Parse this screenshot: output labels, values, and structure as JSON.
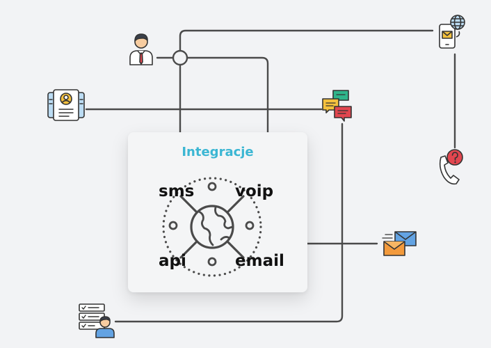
{
  "card": {
    "title": "Integracje",
    "labels": {
      "sms": "sms",
      "voip": "voip",
      "api": "api",
      "email": "email"
    }
  },
  "icons": [
    "businessman-icon",
    "id-card-icon",
    "speech-bubbles-icon",
    "web-message-phone-icon",
    "phone-question-icon",
    "email-envelopes-icon",
    "user-checklist-icon",
    "globe-icon"
  ],
  "colors": {
    "background": "#f2f3f5",
    "line": "#4a4a4a",
    "title": "#3bb6d3",
    "red": "#e2464f",
    "yellow": "#f5c13e",
    "green": "#2fb58b",
    "blue": "#63a3e3",
    "orange": "#f39a3c"
  }
}
